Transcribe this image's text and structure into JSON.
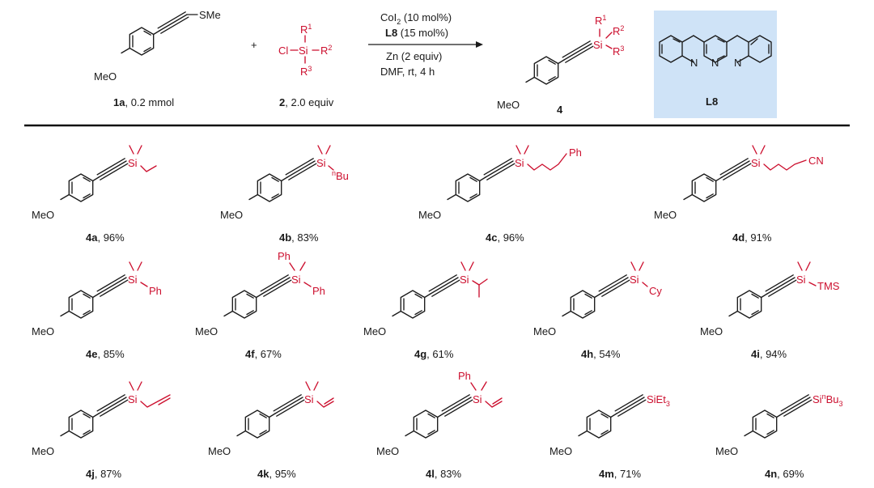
{
  "colors": {
    "substituent": "#cc0f2e",
    "ligand_box": "#cfe3f7",
    "bond": "#1a1a1a"
  },
  "scheme": {
    "reactant_1": {
      "atom_SMe": "SMe",
      "atom_MeO": "MeO",
      "id": "1a",
      "amount": ", 0.2 mmol"
    },
    "plus": "+",
    "reactant_2": {
      "Cl": "Cl",
      "Si": "Si",
      "R1": "R",
      "R1_sup": "1",
      "R2": "R",
      "R2_sup": "2",
      "R3": "R",
      "R3_sup": "3",
      "id": "2",
      "amount": ", 2.0 equiv"
    },
    "conditions": {
      "catalyst": "CoI",
      "catalyst_sub": "2",
      "catalyst_load": " (10 mol%)",
      "ligand": "L8",
      "ligand_load": " (15 mol%)",
      "reductant": "Zn (2 equiv)",
      "solvent": "DMF, rt, 4 h"
    },
    "product": {
      "Si": "Si",
      "R1": "R",
      "R1_sup": "1",
      "R2": "R",
      "R2_sup": "2",
      "R3": "R",
      "R3_sup": "3",
      "atom_MeO": "MeO",
      "id": "4"
    },
    "ligand_box": {
      "N_left": "N",
      "N_mid": "N",
      "N_right": "N",
      "label": "L8"
    }
  },
  "products": [
    {
      "id": "4a",
      "yield": ", 96%"
    },
    {
      "id": "4b",
      "yield": ", 83%",
      "sub_group_sup": "n",
      "sub_group": "Bu"
    },
    {
      "id": "4c",
      "yield": ", 96%",
      "sub_group": "Ph"
    },
    {
      "id": "4d",
      "yield": ", 91%",
      "sub_group": "CN"
    },
    {
      "id": "4e",
      "yield": ", 85%",
      "sub_group": "Ph"
    },
    {
      "id": "4f",
      "yield": ", 67%",
      "sub_group": "Ph",
      "sub_group_2": "Ph"
    },
    {
      "id": "4g",
      "yield": ", 61%"
    },
    {
      "id": "4h",
      "yield": ", 54%",
      "sub_group": "Cy"
    },
    {
      "id": "4i",
      "yield": ", 94%",
      "sub_group": "TMS"
    },
    {
      "id": "4j",
      "yield": ", 87%"
    },
    {
      "id": "4k",
      "yield": ", 95%"
    },
    {
      "id": "4l",
      "yield": ", 83%",
      "sub_group": "Ph"
    },
    {
      "id": "4m",
      "yield": ", 71%",
      "silyl": "SiEt",
      "silyl_sub": "3"
    },
    {
      "id": "4n",
      "yield": ", 69%",
      "silyl_pre": "Si",
      "silyl_sup": "n",
      "silyl": "Bu",
      "silyl_sub": "3"
    }
  ],
  "common": {
    "MeO": "MeO",
    "Si": "Si"
  }
}
